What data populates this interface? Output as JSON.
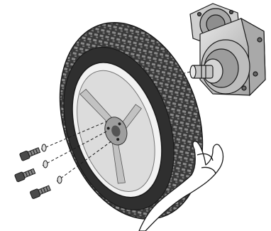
{
  "diagram": {
    "colors": {
      "background": "#ffffff",
      "outline": "#1a1a1a",
      "tire_dark": "#2f2f2f",
      "tire_mid": "#555555",
      "tread": "#8a8a8a",
      "rim": "#d9d9d9",
      "hub": "#bdbdbd",
      "metal": "#c8c8c8",
      "skin": "#ffffff"
    },
    "parts": {
      "wheel": "drive-wheel",
      "gearbox": "gearbox-motor",
      "bolts": 3,
      "washers": 3
    }
  }
}
